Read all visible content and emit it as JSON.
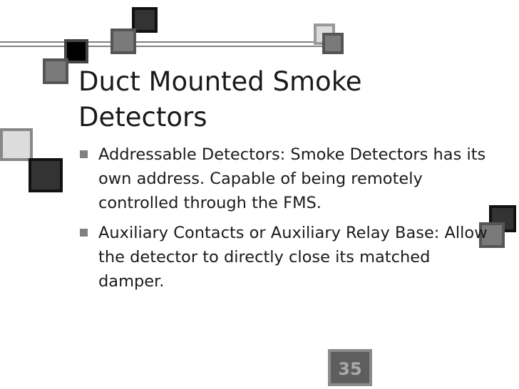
{
  "slide": {
    "title": "Duct Mounted Smoke Detectors",
    "bullets": [
      "Addressable Detectors:  Smoke Detectors has its own address.  Capable of being remotely controlled through the FMS.",
      "Auxiliary Contacts or Auxiliary Relay Base:  Allow the detector to directly close its matched damper."
    ],
    "page_number": "35"
  },
  "colors": {
    "dark_square": "#333333",
    "mid_square": "#7a7a7a",
    "light_square": "#dcdcdc",
    "black_square": "#000000",
    "rule": "#808080"
  }
}
